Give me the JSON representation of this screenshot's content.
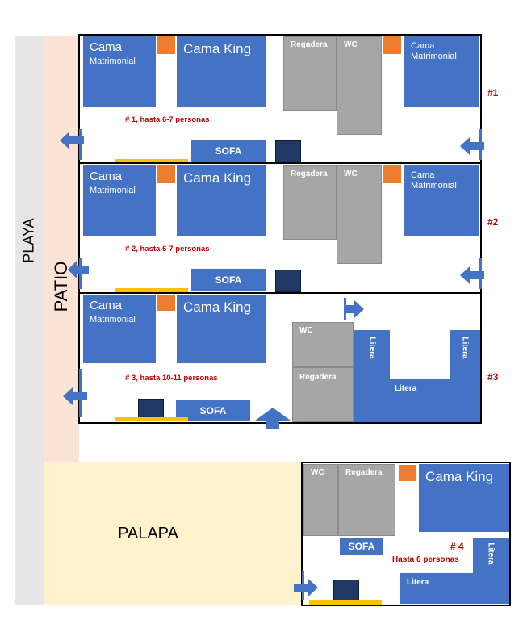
{
  "labels": {
    "playa": "PLAYA",
    "patio": "PATIO",
    "palapa": "PALAPA"
  },
  "rooms": [
    {
      "number": "#1",
      "capacity": "# 1, hasta 6-7 personas",
      "cama_a": "Cama",
      "cama_b": "Matrimonial",
      "cama_king": "Cama King",
      "regadera": "Regadera",
      "wc": "WC",
      "cama_right_a": "Cama",
      "cama_right_b": "Matrimonial",
      "sofa": "SOFA"
    },
    {
      "number": "#2",
      "capacity": "# 2, hasta 6-7 personas",
      "cama_a": "Cama",
      "cama_b": "Matrimonial",
      "cama_king": "Cama King",
      "regadera": "Regadera",
      "wc": "WC",
      "cama_right_a": "Cama",
      "cama_right_b": "Matrimonial",
      "sofa": "SOFA"
    },
    {
      "number": "#3",
      "capacity": "# 3, hasta 10-11 personas",
      "cama_a": "Cama",
      "cama_b": "Matrimonial",
      "cama_king": "Cama King",
      "wc": "WC",
      "regadera": "Regadera",
      "litera_1": "Litera",
      "litera_2": "Litera",
      "litera_3": "Litera",
      "sofa": "SOFA"
    },
    {
      "number": "# 4",
      "capacity": "Hasta 6 personas",
      "wc": "WC",
      "regadera": "Regadera",
      "cama_king": "Cama King",
      "sofa": "SOFA",
      "litera_1": "Litera",
      "litera_2": "Litera"
    }
  ],
  "colors": {
    "bed": "#4472c4",
    "bath": "#a6a6a6",
    "table": "#1f3864",
    "nightstand": "#ed7d31",
    "bench": "#ffc000",
    "label_red": "#c00000"
  }
}
